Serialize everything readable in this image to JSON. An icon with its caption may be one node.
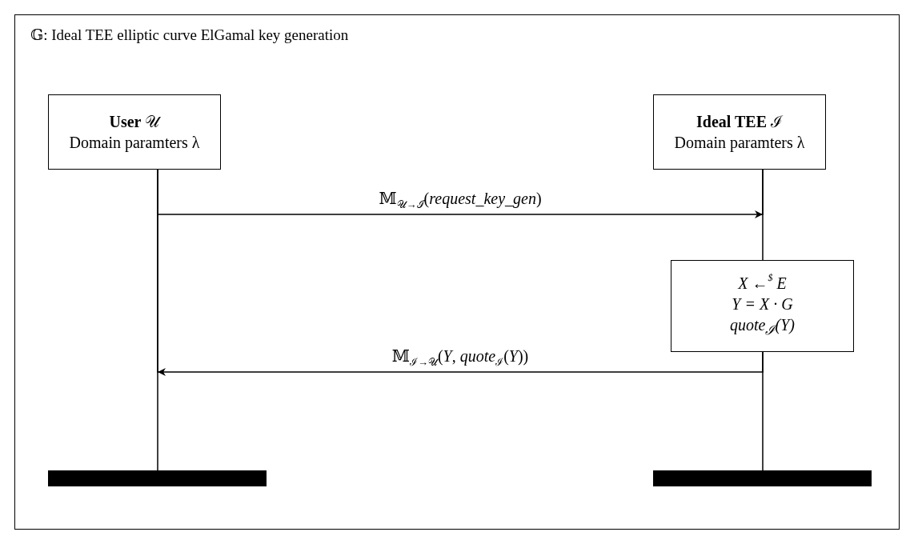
{
  "diagram": {
    "title": "𝔾: Ideal TEE elliptic curve ElGamal key generation",
    "nodes": [
      {
        "text": [
          "**User** 𝒰",
          "Domain paramters λ"
        ]
      },
      {
        "text": [
          "**Ideal TEE** ℐ",
          "Domain paramters λ"
        ]
      },
      {
        "text": [
          "X ←$^{$}$ E",
          "Y = X · G",
          "quote$_{ℐ}$(Y)"
        ]
      },
      {
        "text": [],
        "shape": "bar"
      },
      {
        "text": [],
        "shape": "bar"
      }
    ],
    "edges": [
      {
        "from": 0,
        "to": 3,
        "arrow": "none"
      },
      {
        "from": 1,
        "to": 2,
        "arrow": "none"
      },
      {
        "from": 2,
        "to": 4,
        "arrow": "none"
      },
      {
        "from": 0,
        "to": 1,
        "arrow": "to",
        "label": "𝕄$_{𝒰→ℐ}$(*request_key_gen*)"
      },
      {
        "from": 2,
        "to": 0,
        "arrow": "to",
        "label": "𝕄$_{ℐ→𝒰}$(*Y*, *quote*$_{ℐ}$(*Y*))"
      }
    ]
  }
}
